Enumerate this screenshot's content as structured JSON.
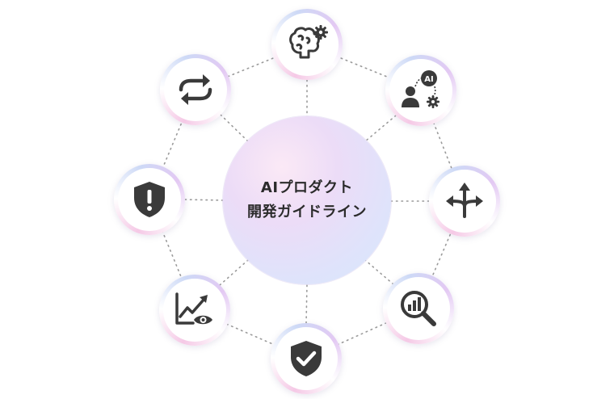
{
  "center": {
    "line1": "AIプロダクト",
    "line2": "開発ガイドライン"
  },
  "nodes": [
    {
      "id": "brain",
      "icon": "brain-gear-icon"
    },
    {
      "id": "ai",
      "icon": "person-ai-gear-icon"
    },
    {
      "id": "arrows",
      "icon": "direction-arrows-icon"
    },
    {
      "id": "search",
      "icon": "magnifier-chart-icon"
    },
    {
      "id": "check",
      "icon": "shield-check-icon"
    },
    {
      "id": "trend",
      "icon": "trend-eye-icon"
    },
    {
      "id": "warn",
      "icon": "shield-warning-icon"
    },
    {
      "id": "cycle",
      "icon": "cycle-arrows-icon"
    }
  ],
  "colors": {
    "icon": "#3a3a3a",
    "connector": "#9a9a9a",
    "center_text": "#2b2b2b"
  }
}
